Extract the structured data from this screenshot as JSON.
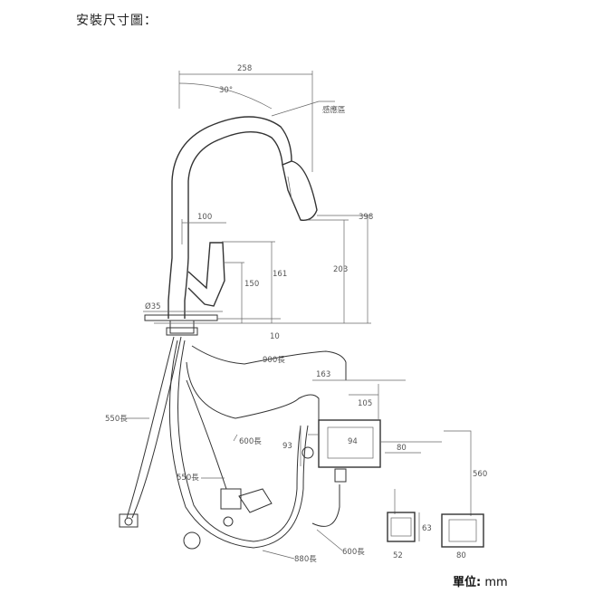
{
  "title": "安裝尺寸圖：",
  "units": {
    "label": "單位:",
    "value": "mm"
  },
  "dimensions": {
    "width_258": "258",
    "angle_30": "30°",
    "sensor": "感應區",
    "height_398": "398",
    "reach_100": "100",
    "height_203": "203",
    "height_161": "161",
    "height_150": "150",
    "dia_35": "Ø35",
    "deck_10": "10",
    "hose_900": "900長",
    "dim_163": "163",
    "dim_105": "105",
    "hose_550_left": "550長",
    "hose_600_mid": "600長",
    "dim_93": "93",
    "dim_94": "94",
    "dim_80_h": "80",
    "dim_560": "560",
    "hose_550_mid": "550長",
    "dim_63": "63",
    "hose_600_bottom": "600長",
    "hose_880": "880長",
    "dim_52": "52",
    "dim_80_bottom": "80"
  }
}
